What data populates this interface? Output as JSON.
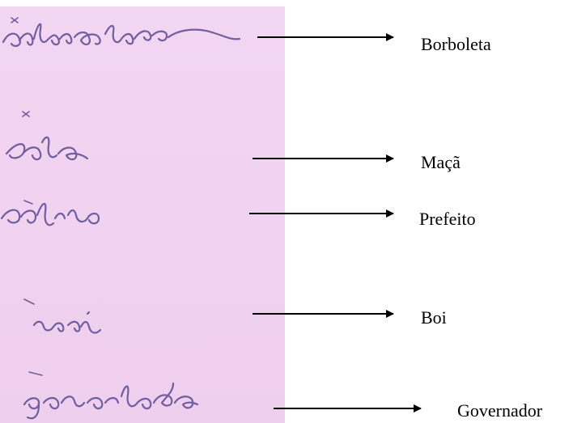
{
  "page": {
    "paper_color": "#f1d2f0",
    "ink_color": "#6f5fa0"
  },
  "words": [
    {
      "label": "Borboleta"
    },
    {
      "label": "Maçã"
    },
    {
      "label": "Prefeito"
    },
    {
      "label": "Boi"
    },
    {
      "label": "Governador"
    }
  ]
}
